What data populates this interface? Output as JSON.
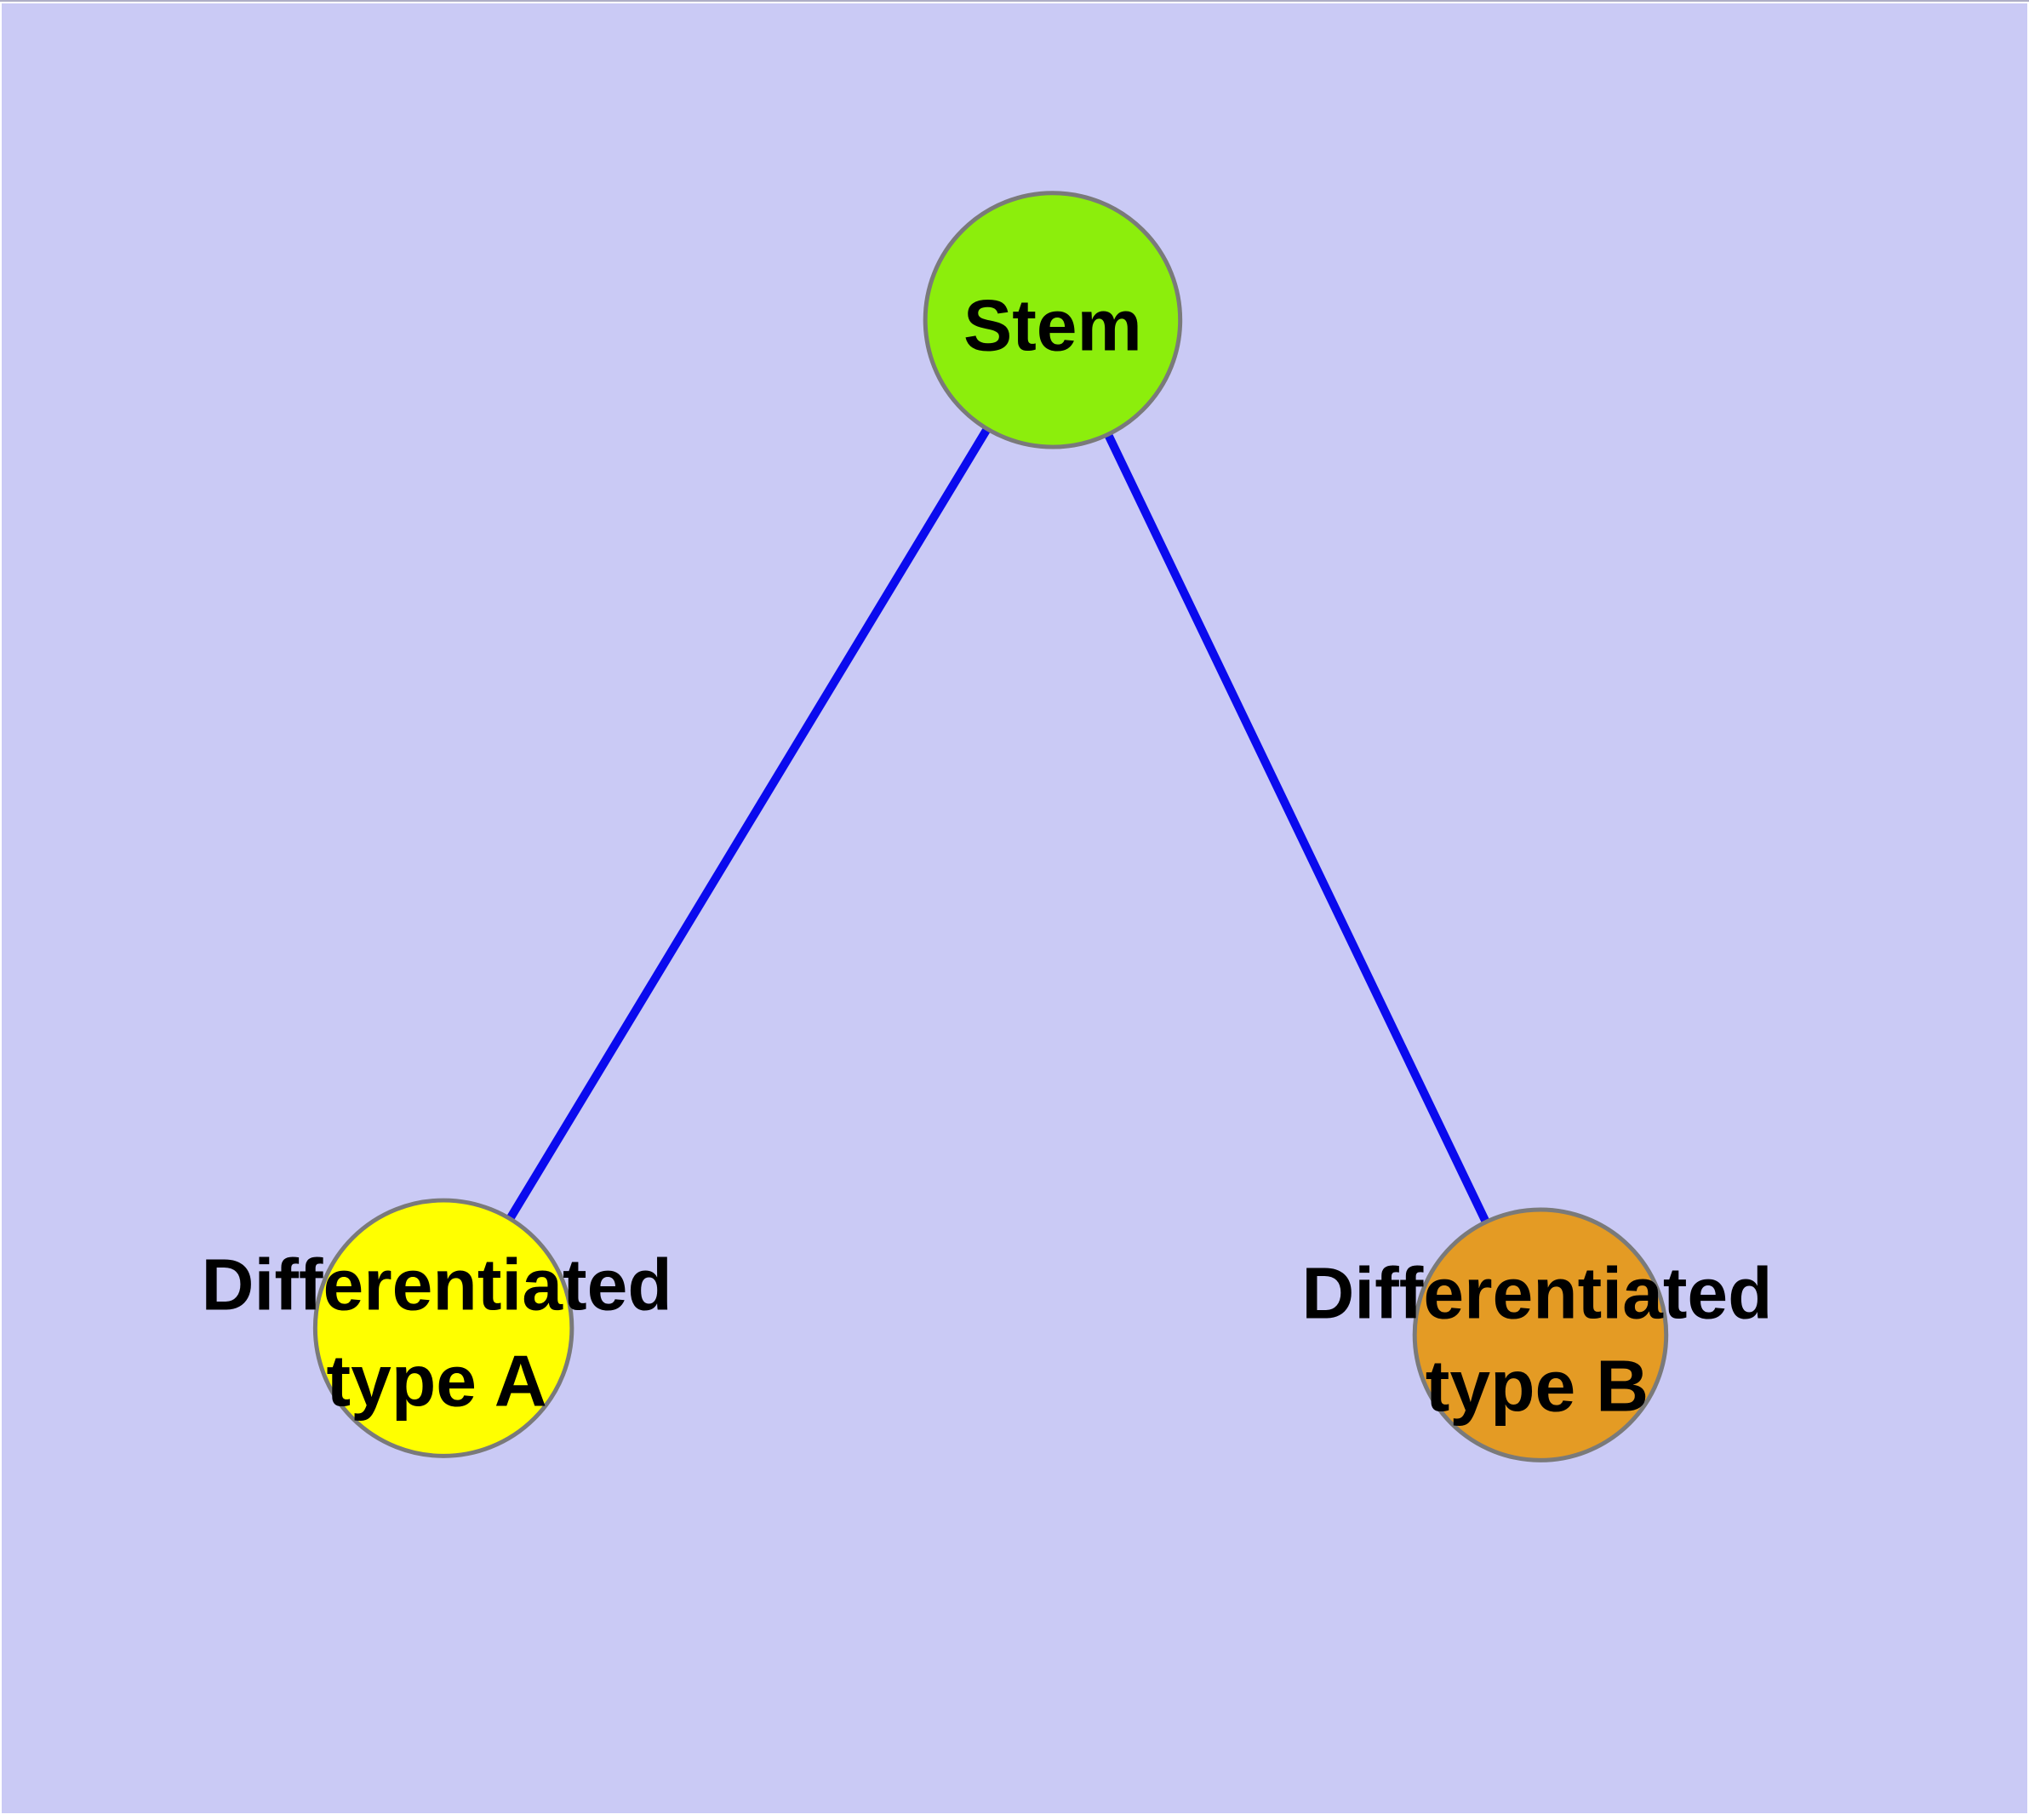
{
  "diagram": {
    "type": "node-link-graph",
    "background": "#CACAF5",
    "edge_color": "#0A0AEE",
    "node_border_color": "#7A7A7A",
    "text_color": "#000000",
    "nodes": {
      "stem": {
        "label": "Stem",
        "fill": "#8CEE0C"
      },
      "a": {
        "line1": "Differentiated",
        "line2": "type A",
        "fill": "#FFFF00"
      },
      "b": {
        "line1": "Differentiated",
        "line2": "type B",
        "fill": "#E49B24"
      }
    },
    "edges": [
      {
        "from": "Stem",
        "to": "Differentiated type A"
      },
      {
        "from": "Stem",
        "to": "Differentiated type B"
      }
    ]
  }
}
